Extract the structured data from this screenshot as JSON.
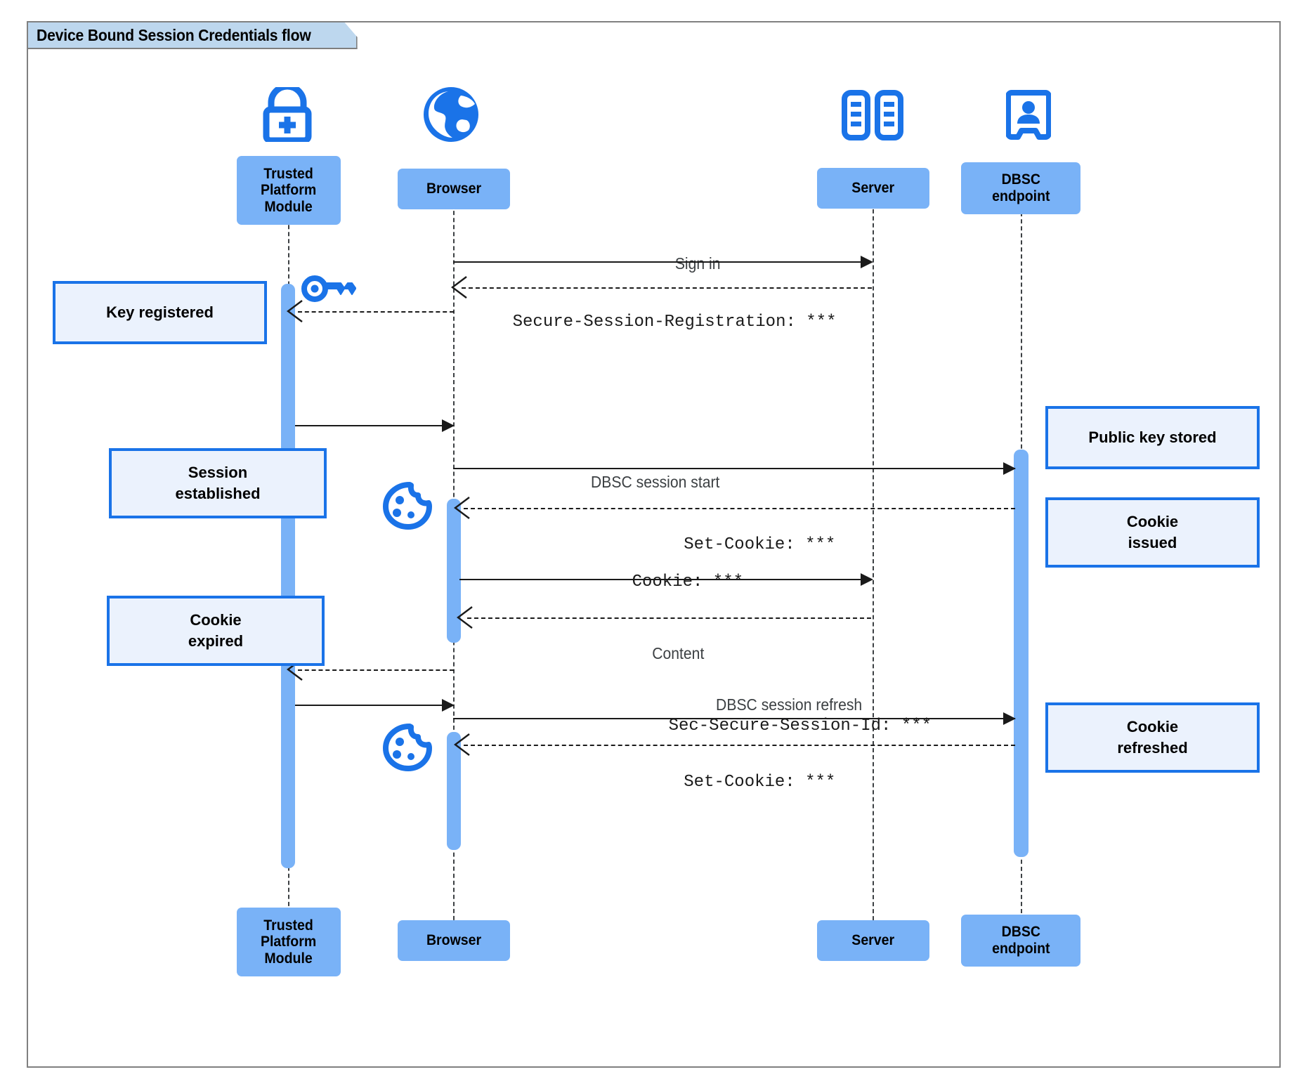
{
  "diagram": {
    "title": "Device Bound Session Credentials flow",
    "type": "uml-sequence-diagram",
    "colors": {
      "participant_fill": "#79b2f7",
      "note_fill": "#ebf2fd",
      "note_border": "#1a73e8",
      "icon_blue": "#1a73e8",
      "title_tab_fill": "#bdd7ee",
      "frame_border": "#808080",
      "line": "#1a1a1a",
      "label_gray": "#3c4043"
    },
    "participants": [
      {
        "id": "tpm",
        "label": "Trusted\nPlatform\nModule",
        "icon": "lock-plus-icon"
      },
      {
        "id": "browser",
        "label": "Browser",
        "icon": "globe-icon"
      },
      {
        "id": "server",
        "label": "Server",
        "icon": "server-rack-icon"
      },
      {
        "id": "dbsc",
        "label": "DBSC\nendpoint",
        "icon": "id-badge-icon"
      }
    ],
    "participants_bottom": [
      {
        "id": "tpm",
        "label": "Trusted\nPlatform\nModule"
      },
      {
        "id": "browser",
        "label": "Browser"
      },
      {
        "id": "server",
        "label": "Server"
      },
      {
        "id": "dbsc",
        "label": "DBSC\nendpoint"
      }
    ],
    "messages": [
      {
        "id": "m1",
        "label": "Sign in",
        "style": "sans",
        "from": "browser",
        "to": "server",
        "kind": "call"
      },
      {
        "id": "m2",
        "label": "Secure-Session-Registration: ***",
        "style": "mono",
        "from": "server",
        "to": "browser",
        "kind": "reply"
      },
      {
        "id": "m3",
        "label": "",
        "style": "sans",
        "from": "tpm",
        "to": "browser",
        "kind": "call"
      },
      {
        "id": "m4",
        "label": "DBSC session start",
        "style": "sans",
        "from": "browser",
        "to": "dbsc",
        "kind": "call"
      },
      {
        "id": "m5",
        "label": "Set-Cookie: ***",
        "style": "mono",
        "from": "dbsc",
        "to": "browser",
        "kind": "reply"
      },
      {
        "id": "m6",
        "label": "Cookie: ***",
        "style": "mono",
        "from": "browser",
        "to": "server",
        "kind": "call"
      },
      {
        "id": "m7",
        "label": "Content",
        "style": "sans",
        "from": "server",
        "to": "browser",
        "kind": "reply"
      },
      {
        "id": "m8",
        "label": "",
        "style": "sans",
        "from": "browser",
        "to": "tpm",
        "kind": "reply"
      },
      {
        "id": "m9",
        "label": "DBSC session refresh",
        "style": "sans",
        "from": "tpm",
        "to": "browser",
        "kind": "call"
      },
      {
        "id": "m10",
        "label": "Sec-Secure-Session-Id: ***",
        "style": "mono",
        "from": "browser",
        "to": "dbsc",
        "kind": "call"
      },
      {
        "id": "m11",
        "label": "Set-Cookie: ***",
        "style": "mono",
        "from": "dbsc",
        "to": "browser",
        "kind": "reply"
      }
    ],
    "notes": [
      {
        "id": "n1",
        "label": "Key registered",
        "side": "left"
      },
      {
        "id": "n2",
        "label": "Session\nestablished",
        "side": "left"
      },
      {
        "id": "n3",
        "label": "Cookie\nexpired",
        "side": "left"
      },
      {
        "id": "n4",
        "label": "Public key stored",
        "side": "right"
      },
      {
        "id": "n5",
        "label": "Cookie\nissued",
        "side": "right"
      },
      {
        "id": "n6",
        "label": "Cookie\nrefreshed",
        "side": "right"
      }
    ],
    "inline_icons": [
      {
        "id": "i1",
        "name": "key-icon",
        "near": "tpm"
      },
      {
        "id": "i2",
        "name": "cookie-icon",
        "near": "browser"
      },
      {
        "id": "i3",
        "name": "cookie-icon",
        "near": "browser"
      }
    ]
  }
}
